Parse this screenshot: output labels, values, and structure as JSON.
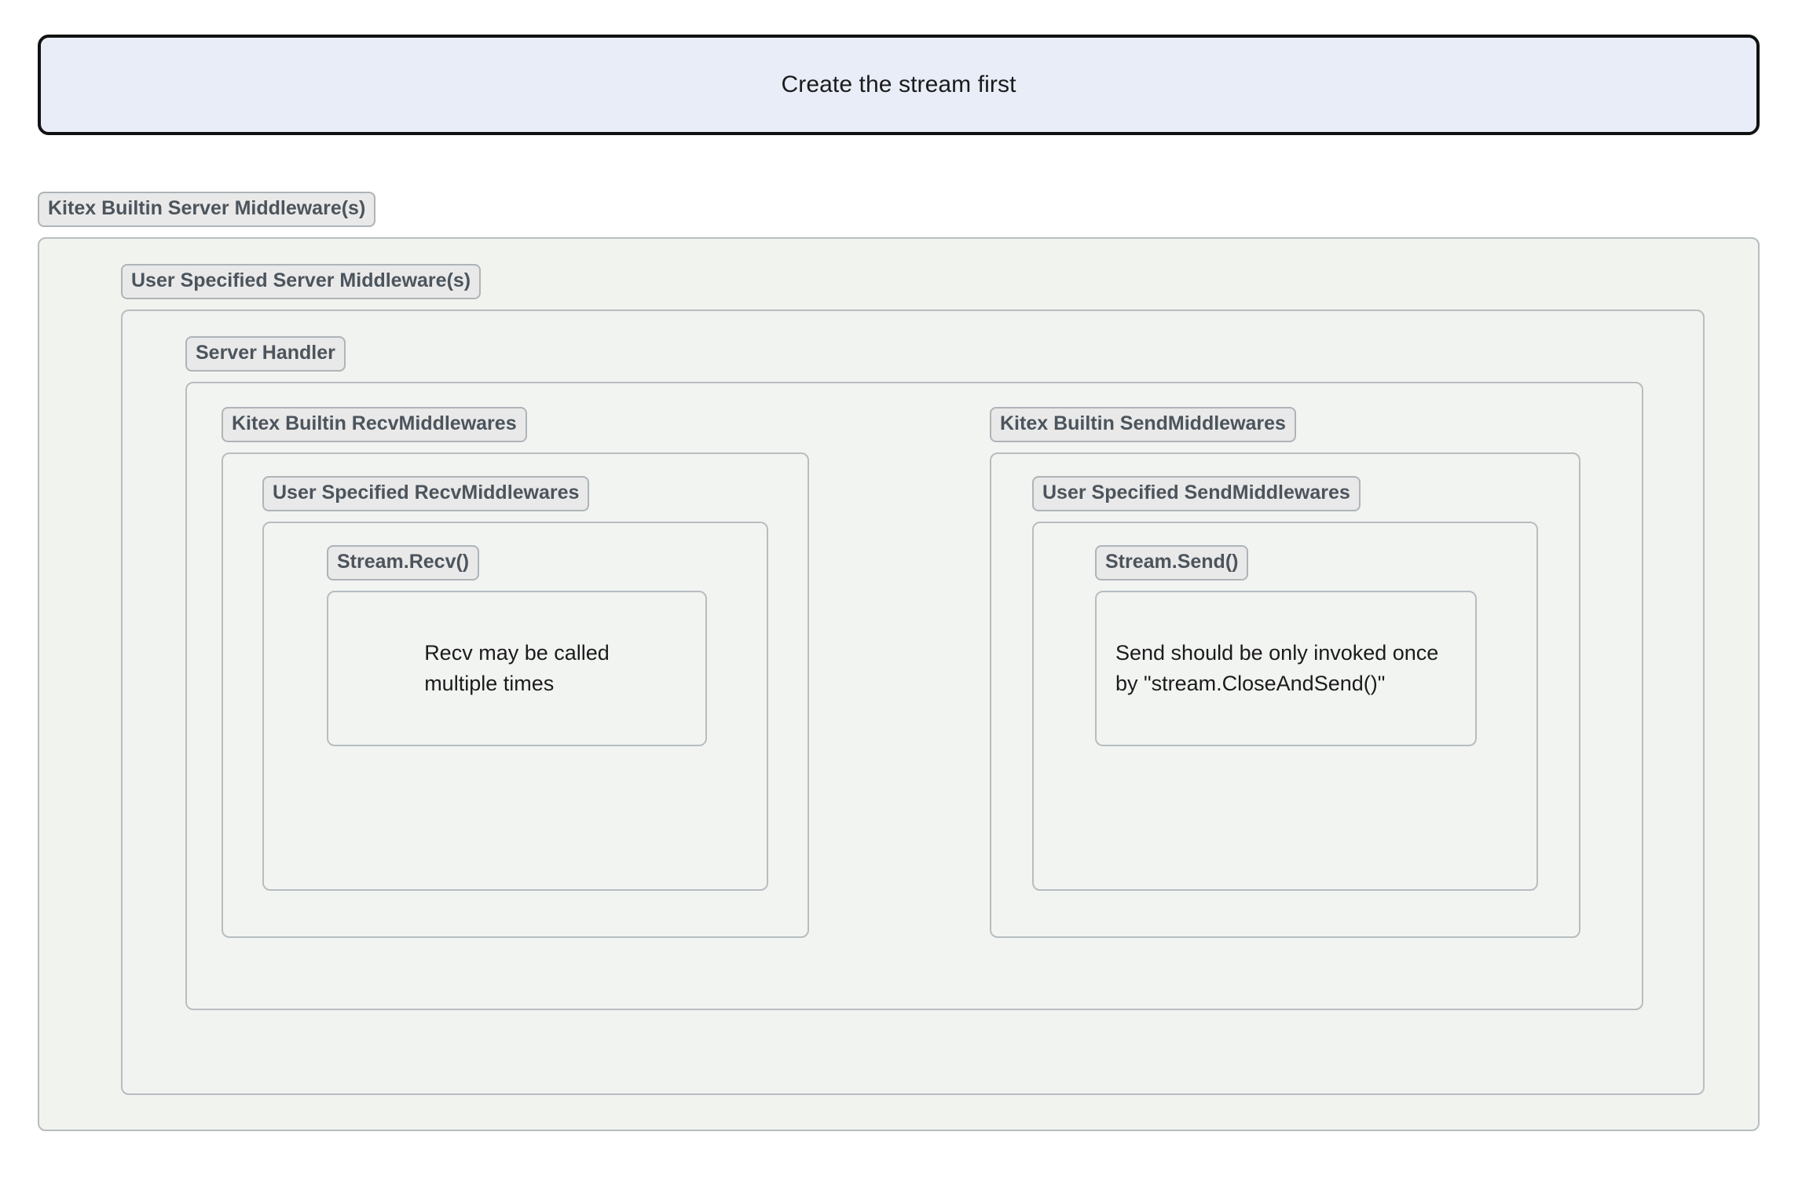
{
  "banner": {
    "text": "Create the stream first",
    "fill": "#e8edf7",
    "border": "#111111"
  },
  "colors": {
    "chip_fill": "#e9e9e9",
    "chip_border": "#aeb4b8",
    "chip_text": "#4c545c",
    "group_fill": "#f1f3f0",
    "group_border": "#b7bdc0",
    "note_text": "#1b1b1b"
  },
  "groups": {
    "kitex_builtin_server_mw": "Kitex Builtin Server Middleware(s)",
    "user_specified_server_mw": "User Specified Server Middleware(s)",
    "server_handler": "Server Handler",
    "kitex_builtin_recv_mw": "Kitex Builtin RecvMiddlewares",
    "user_specified_recv_mw": "User Specified RecvMiddlewares",
    "stream_recv": "Stream.Recv()",
    "kitex_builtin_send_mw": "Kitex Builtin SendMiddlewares",
    "user_specified_send_mw": "User Specified SendMiddlewares",
    "stream_send": "Stream.Send()"
  },
  "notes": {
    "recv": "Recv may be called\nmultiple times",
    "send": "Send should be only invoked once\nby \"stream.CloseAndSend()\""
  }
}
